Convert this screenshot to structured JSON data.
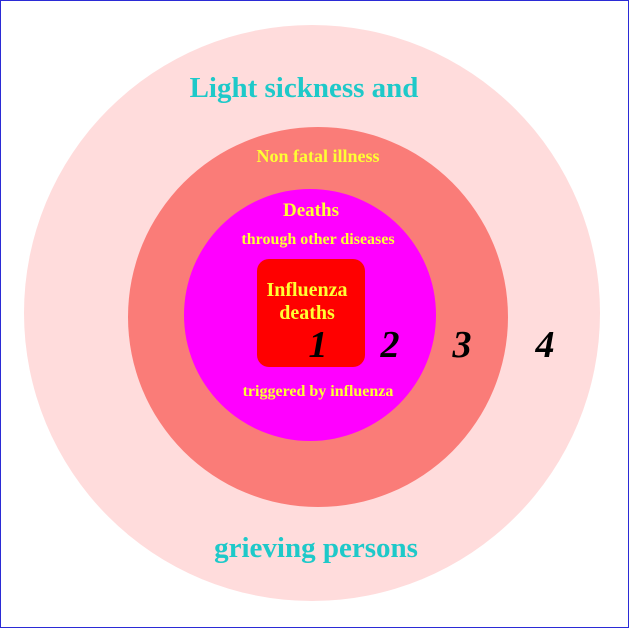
{
  "diagram": {
    "rings": [
      {
        "level": 4,
        "color": "#ffdcdc",
        "label_top": "Light sickness and",
        "label_bottom": "grieving persons"
      },
      {
        "level": 3,
        "color": "#fa7c78",
        "label": "Non fatal illness"
      },
      {
        "level": 2,
        "color": "#ff00ff",
        "label_top": "Deaths",
        "label_mid": "through other diseases",
        "label_bottom": "triggered by influenza"
      },
      {
        "level": 1,
        "color": "#ff0000",
        "label": "Influenza deaths"
      }
    ],
    "numbers": [
      "1",
      "2",
      "3",
      "4"
    ],
    "text_colors": {
      "outer": "#1ec9c9",
      "inner": "#ffff33",
      "numbers": "#000000"
    }
  }
}
